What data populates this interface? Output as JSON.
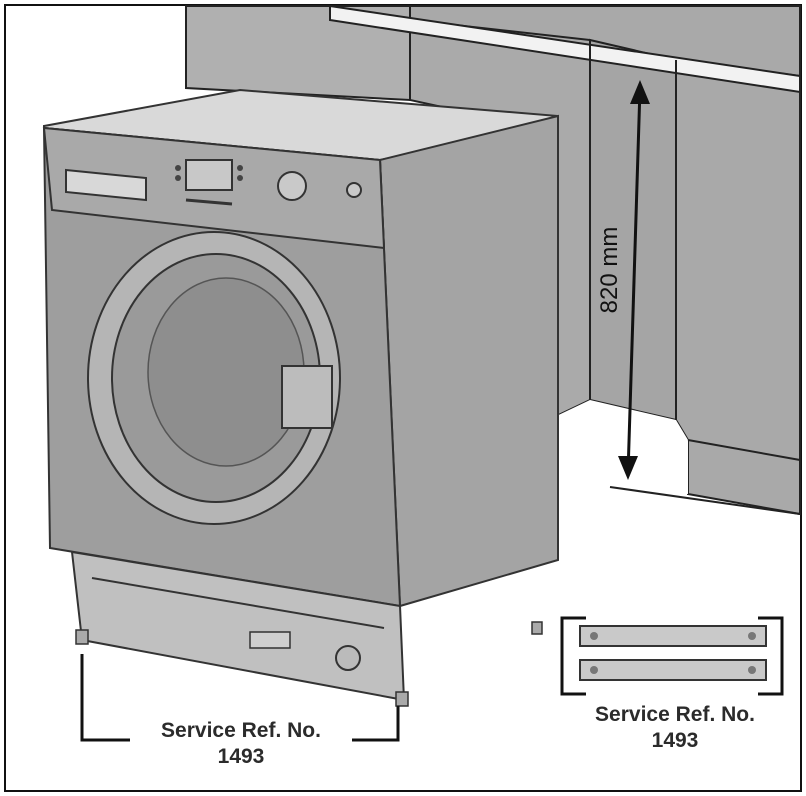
{
  "dimension_label": "820 mm",
  "machine_service": {
    "label": "Service Ref. No.",
    "number": "1493"
  },
  "kit_service": {
    "label": "Service Ref. No.",
    "number": "1493"
  }
}
